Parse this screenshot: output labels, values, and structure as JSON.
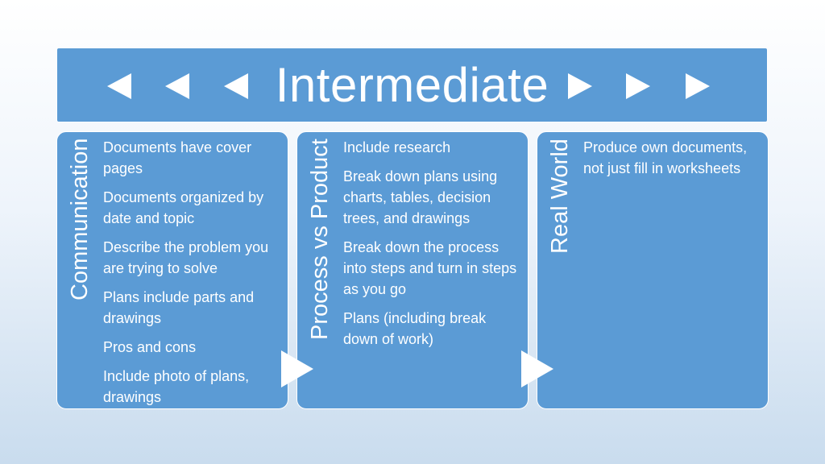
{
  "title": "Intermediate",
  "colors": {
    "panel": "#5b9bd5",
    "text": "#ffffff"
  },
  "icons": {
    "left": [
      "triangle-left-icon",
      "triangle-left-icon",
      "triangle-left-icon"
    ],
    "right": [
      "triangle-right-icon",
      "triangle-right-icon",
      "triangle-right-icon"
    ],
    "connector": "triangle-right-icon"
  },
  "panels": [
    {
      "heading": "Communication",
      "items": [
        "Documents have cover pages",
        "Documents organized by date and topic",
        "Describe the problem you are trying to solve",
        "Plans include parts and drawings",
        "Pros and cons",
        "Include photo of plans, drawings"
      ]
    },
    {
      "heading": "Process vs Product",
      "items": [
        "Include research",
        "Break down plans using charts, tables, decision trees, and drawings",
        "Break down the process into steps and turn in steps as you go",
        "Plans (including break down of work)"
      ]
    },
    {
      "heading": "Real World",
      "items": [
        "Produce own documents, not just fill in worksheets"
      ]
    }
  ]
}
